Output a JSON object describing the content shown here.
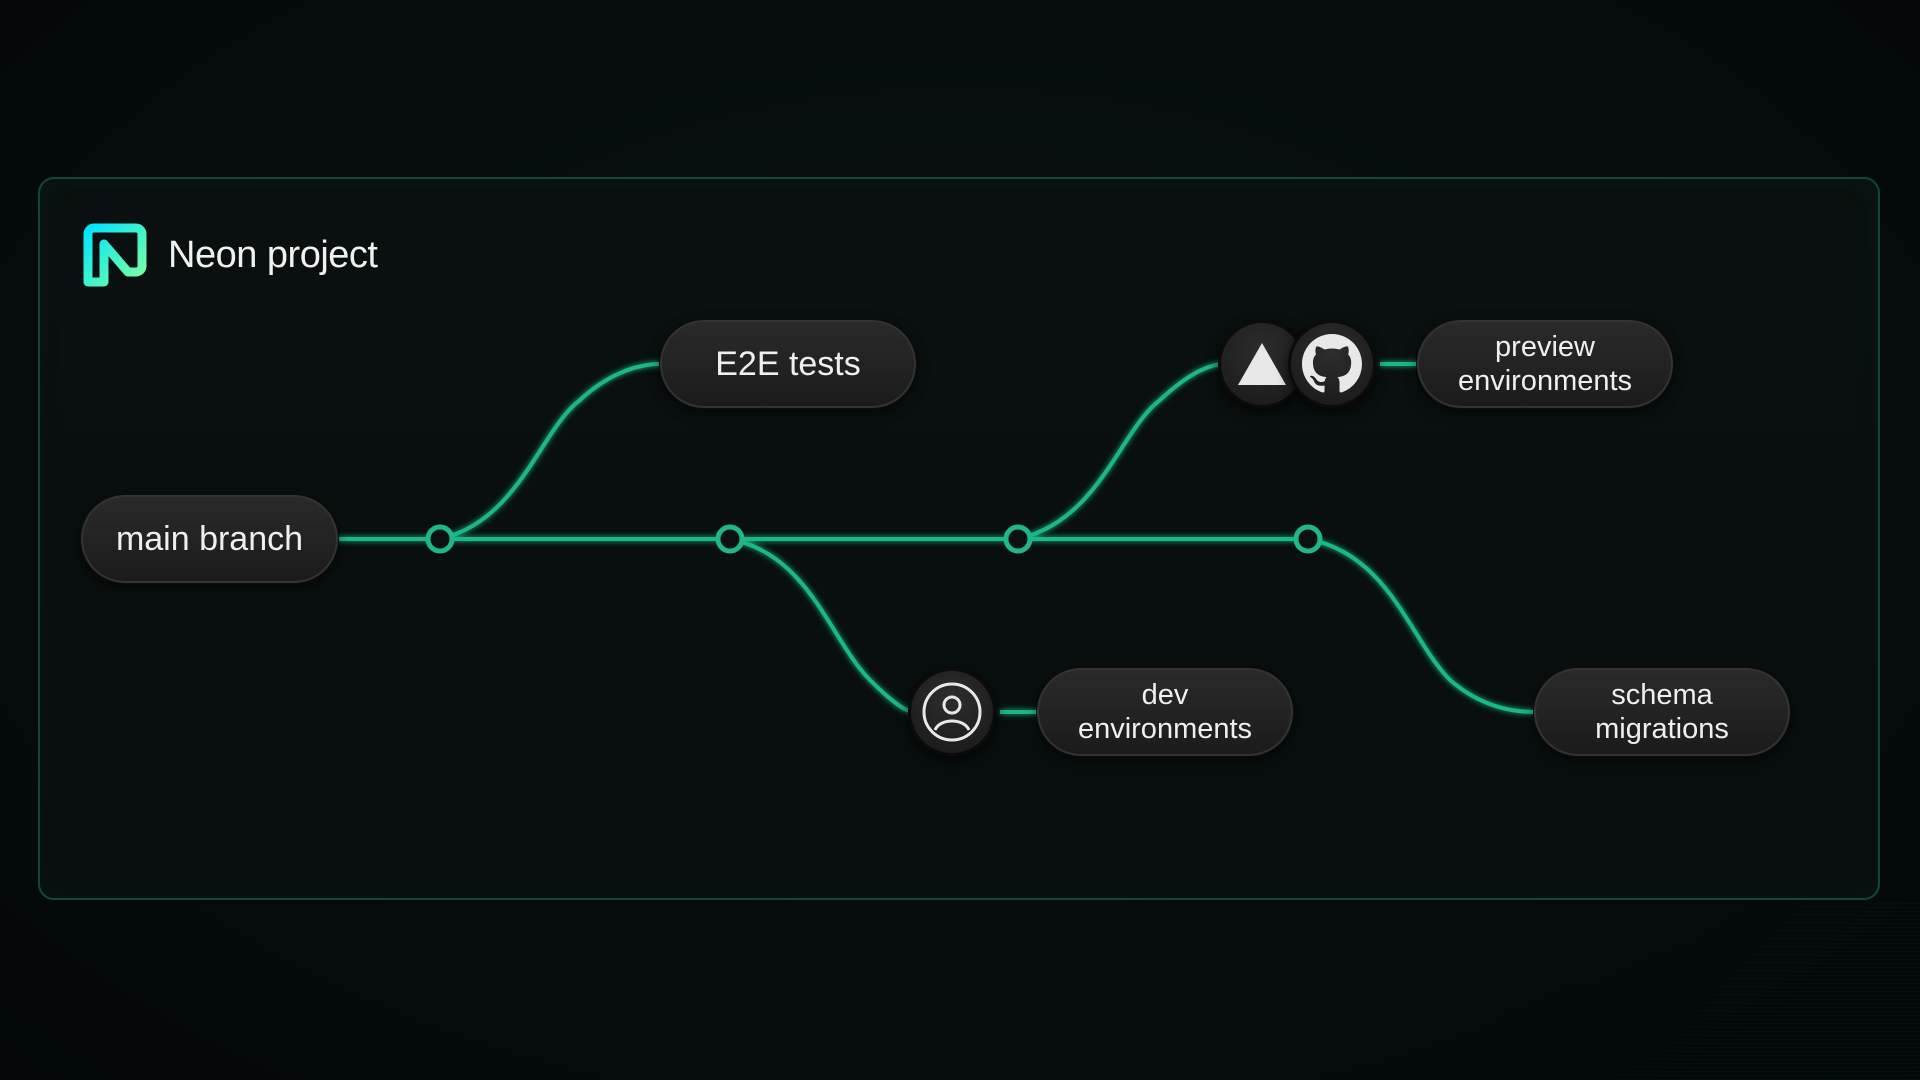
{
  "project": {
    "title": "Neon project"
  },
  "colors": {
    "accent": "#1fb789",
    "logo_gradient_start": "#00e5ff",
    "logo_gradient_end": "#7cff9e"
  },
  "nodes": {
    "main_branch": "main branch",
    "e2e_tests": "E2E tests",
    "preview_environments": [
      "preview",
      "environments"
    ],
    "dev_environments": [
      "dev",
      "environments"
    ],
    "schema_migrations": [
      "schema",
      "migrations"
    ]
  },
  "icons": {
    "preview": [
      "vercel-triangle-icon",
      "github-icon"
    ],
    "dev": [
      "user-icon"
    ]
  }
}
